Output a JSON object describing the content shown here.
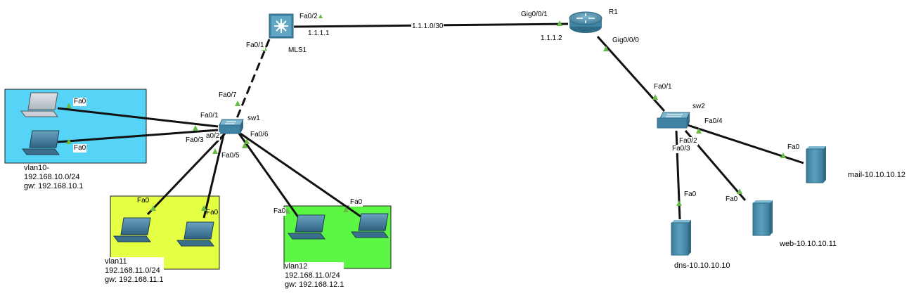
{
  "devices": {
    "mls1": "MLS1",
    "sw1": "sw1",
    "r1": "R1",
    "sw2": "sw2"
  },
  "subnet_label": "1.1.1.0/30",
  "ip_labels": {
    "mls1_ip": "1.1.1.1",
    "r1_ip": "1.1.1.2"
  },
  "ports": {
    "mls1_fa02": "Fa0/2",
    "mls1_fa01": "Fa0/1",
    "r1_gig001": "Gig0/0/1",
    "r1_gig000": "Gig0/0/0",
    "sw1_fa07": "Fa0/7",
    "sw1_fa01": "Fa0/1",
    "sw1_fa02": "a0/2",
    "sw1_fa03": "Fa0/3",
    "sw1_fa05": "Fa0/5",
    "sw1_fa06": "Fa0/6",
    "sw2_fa01": "Fa0/1",
    "sw2_fa04": "Fa0/4",
    "sw2_fa02": "Fa0/2",
    "sw2_fa03": "Fa0/3",
    "pc1": "Fa0",
    "pc2": "Fa0",
    "pc3": "Fa0",
    "pc4": "Fa0",
    "pc5": "Fa0",
    "pc6": "Fa0",
    "dns": "Fa0",
    "web": "Fa0",
    "mail": "Fa0"
  },
  "vlan_notes": {
    "vlan10": "vlan10-\n192.168.10.0/24\ngw: 192.168.10.1",
    "vlan11": "vlan11\n192.168.11.0/24\ngw: 192.168.11.1",
    "vlan12": "vlan12\n192.168.11.0/24\ngw: 192.168.12.1"
  },
  "servers": {
    "dns": "dns-10.10.10.10",
    "web": "web-10.10.10.11",
    "mail": "mail-10.10.10.12"
  },
  "colors": {
    "vlan10": "#55d4f7",
    "vlan11": "#e4ff44",
    "vlan12": "#5cf744",
    "link": "#111111",
    "port_up": "#66bb44",
    "device": "#4a8aa6"
  }
}
